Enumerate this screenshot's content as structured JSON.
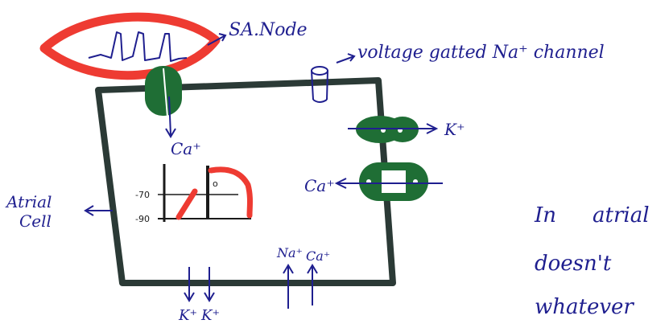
{
  "labels": {
    "sa_node": "SA.Node",
    "voltage_channel": "voltage gatted Na⁺ channel",
    "ca_top": "Ca⁺",
    "k_right": "K⁺",
    "ca_left": "Ca⁺",
    "atrial_cell": "Atrial",
    "atrial_cell_2": "Cell",
    "na_bottom": "Na⁺",
    "ca_bottom": "Ca⁺",
    "k_bottom_1": "K⁺",
    "k_bottom_2": "K⁺",
    "graph_mark": "o"
  },
  "graph": {
    "tick_upper": "-70",
    "tick_lower": "-90"
  },
  "side_text": {
    "line1_word1": "In",
    "line1_word2": "atrial",
    "line2": "doesn't",
    "line3": "whatever"
  },
  "colors": {
    "ink": "#1f1f8f",
    "red": "#ee3b32",
    "green": "#1f6e35",
    "membrane": "#2b3a36"
  }
}
